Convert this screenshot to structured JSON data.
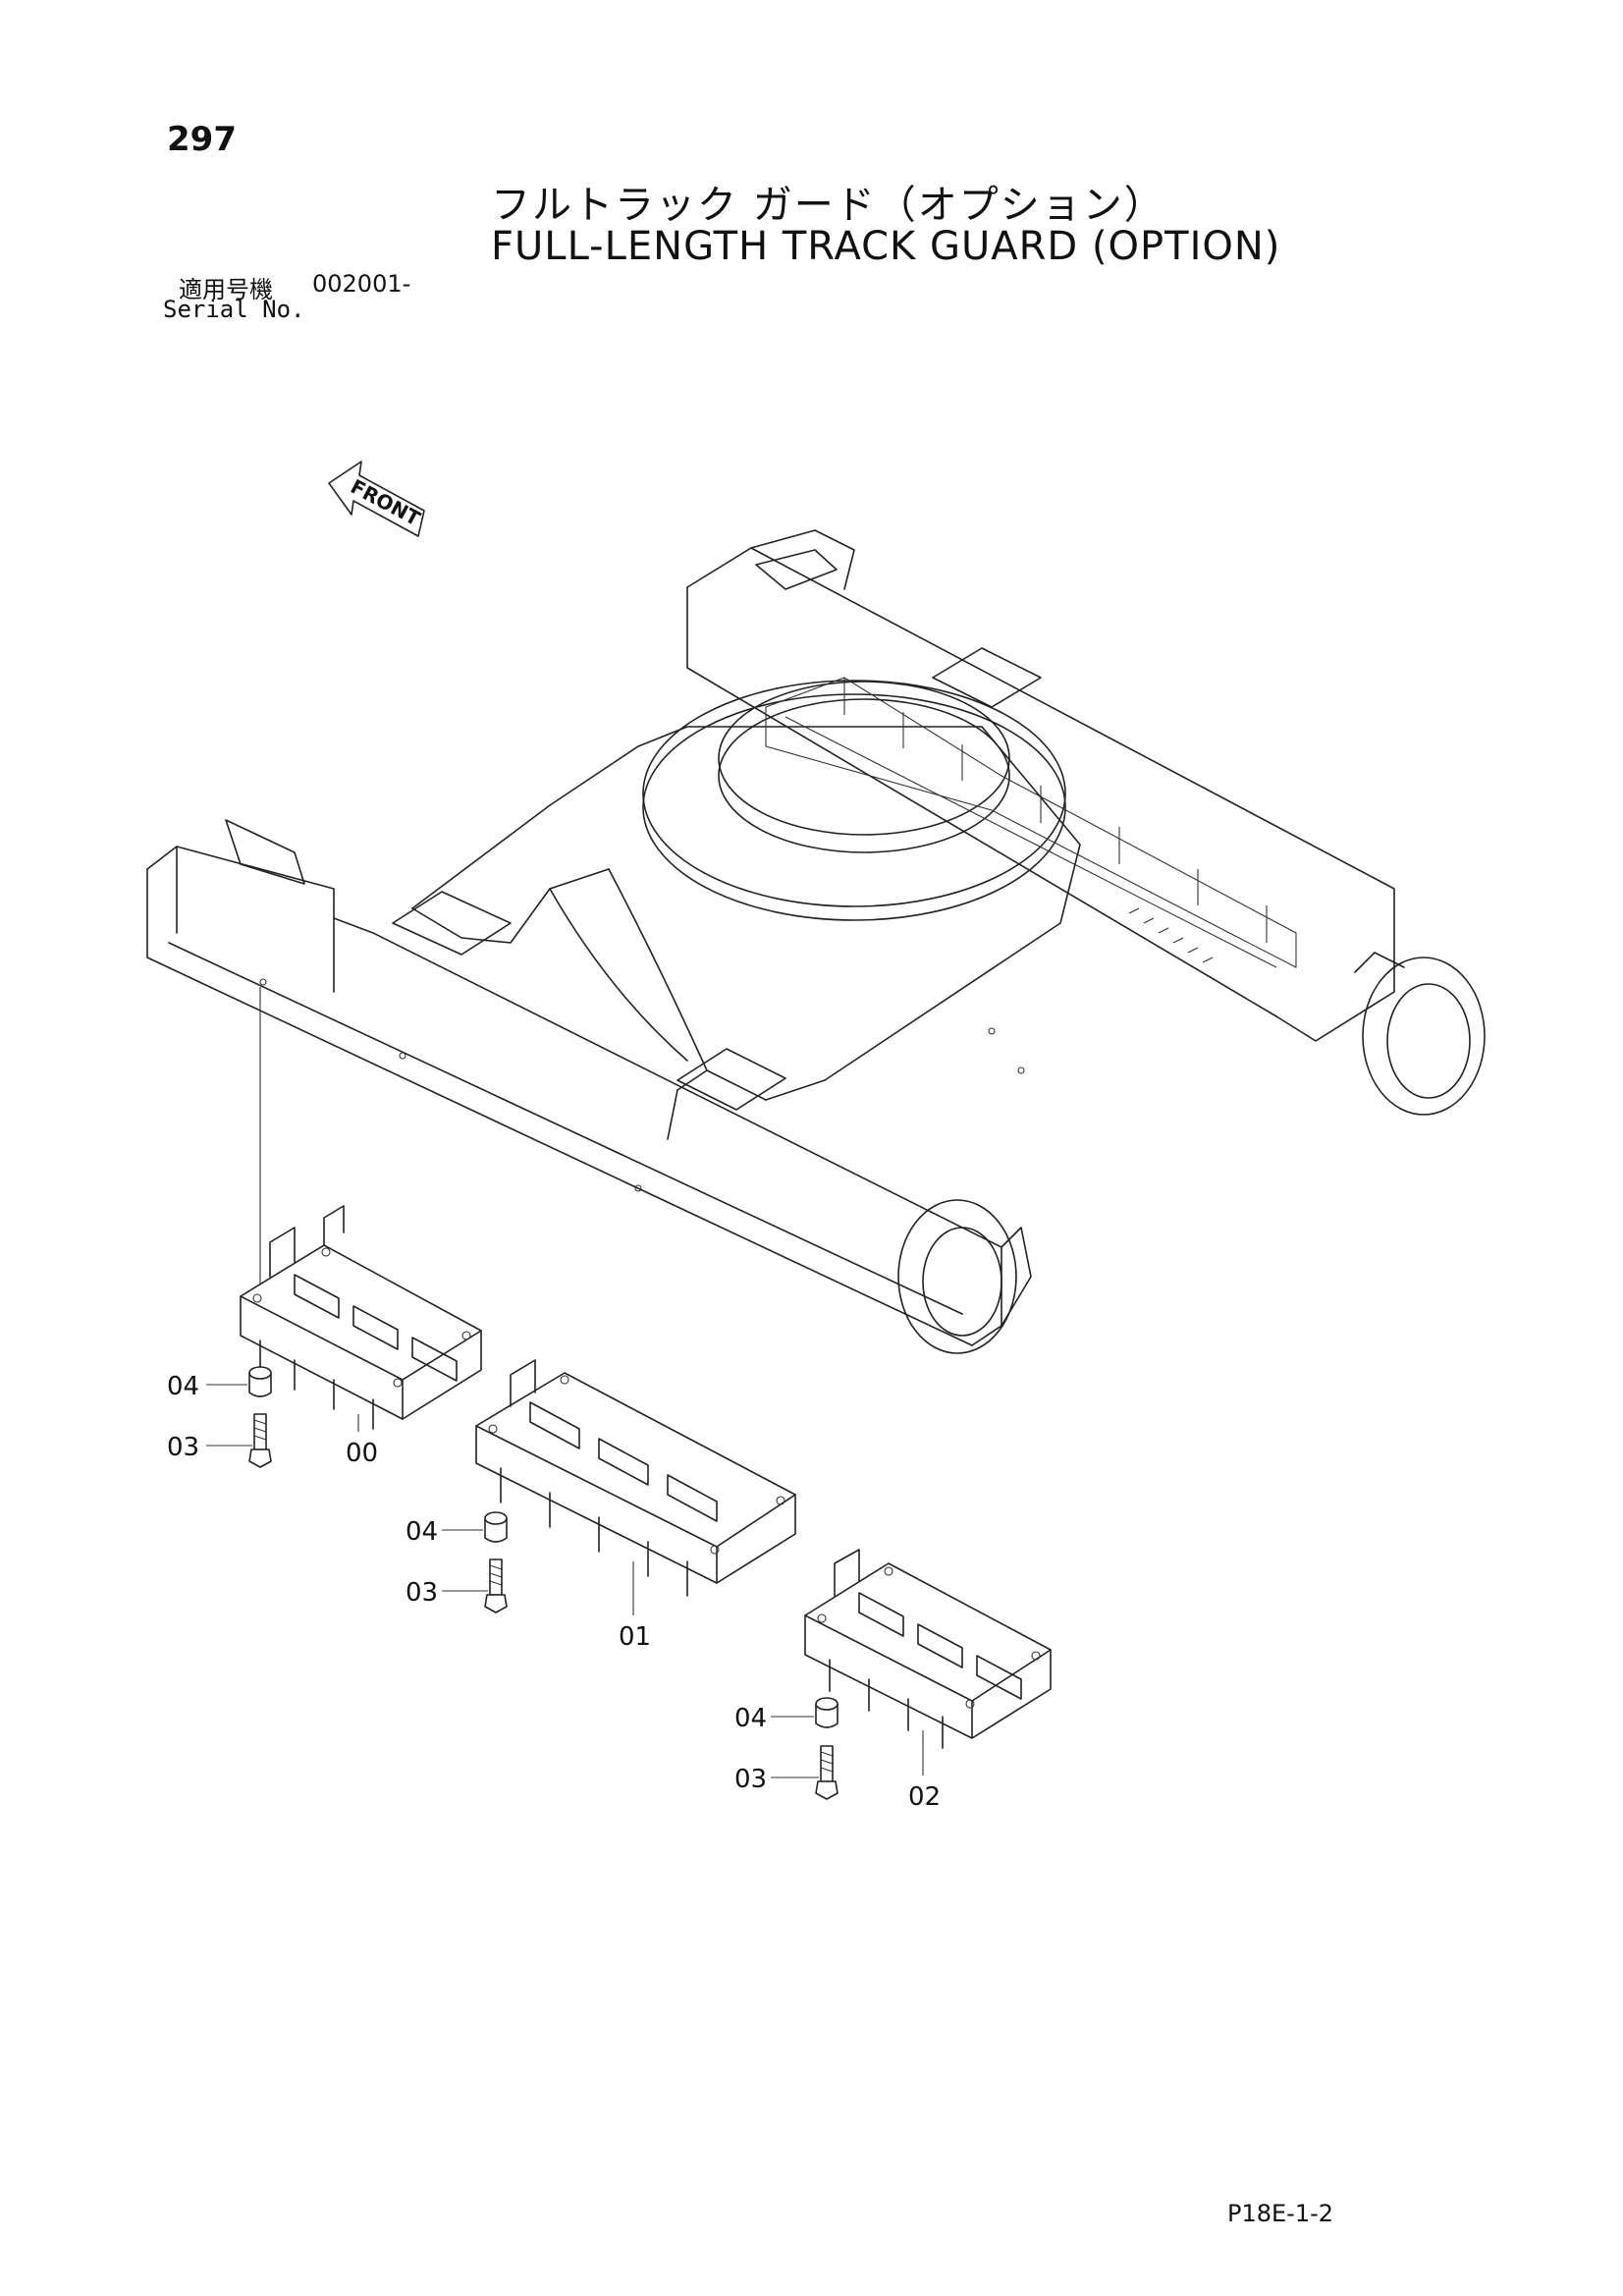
{
  "header": {
    "page_number": "297",
    "title_jp": "フルトラック ガード（オプション）",
    "title_en": "FULL-LENGTH TRACK GUARD (OPTION)",
    "serial_label_jp": "適用号機",
    "serial_label_en": "Serial No.",
    "serial_value": "002001-"
  },
  "diagram": {
    "front_label": "FRONT",
    "callouts": {
      "part_00": "00",
      "part_01": "01",
      "part_02": "02",
      "part_03": "03",
      "part_04": "04"
    }
  },
  "footer": {
    "code": "P18E-1-2"
  }
}
